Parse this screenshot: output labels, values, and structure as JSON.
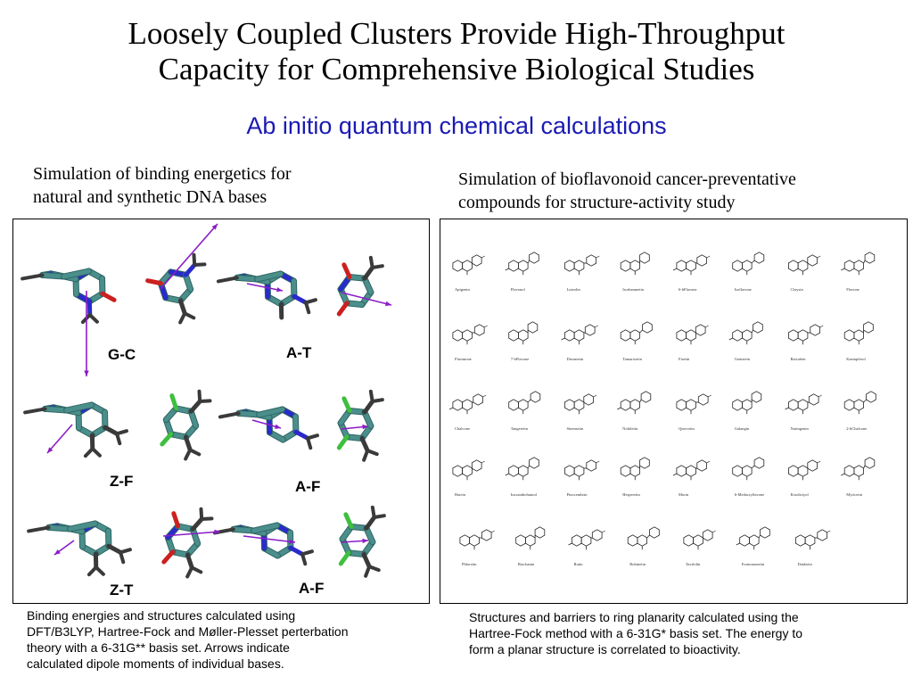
{
  "header": {
    "title_line1": "Loosely Coupled Clusters Provide High-Throughput",
    "title_line2": "Capacity for Comprehensive Biological Studies",
    "subtitle": "Ab initio quantum chemical calculations"
  },
  "left": {
    "heading_line1": "Simulation of binding energetics for",
    "heading_line2": "natural and synthetic DNA bases",
    "pair_labels": [
      "G-C",
      "A-T",
      "Z-F",
      "A-F",
      "Z-T",
      "A-F"
    ],
    "caption_lines": [
      "Binding energies and structures calculated using",
      "DFT/B3LYP, Hartree-Fock and Møller-Plesset perterbation",
      "theory with a 6-31G** basis set.  Arrows indicate",
      "calculated dipole moments of individual bases."
    ]
  },
  "right": {
    "heading_line1": "Simulation of bioflavonoid cancer-preventative",
    "heading_line2": "compounds for structure-activity study",
    "caption_lines": [
      "Structures and barriers to ring planarity calculated using the",
      "Hartree-Fock method with a 6-31G* basis set.  The energy to",
      "form a planar structure is correlated to bioactivity."
    ],
    "compound_names": [
      [
        "Apigenin",
        "Flavonol",
        "Luteolin",
        "Isorhamnetin",
        "6-hFlavone",
        "Isoflavone",
        "Chrysin",
        "Flavone"
      ],
      [
        "Flavanone",
        "7-hFlavone",
        "Diosmetin",
        "Tamarixetin",
        "Fisetin",
        "Genistein",
        "Baicalein",
        "Kaempferol"
      ],
      [
        "Chalcone",
        "Tangeretin",
        "Sinensetin",
        "Nobiletin",
        "Quercetin",
        "Galangin",
        "Naringenin",
        "2-hChalcone"
      ],
      [
        "Butein",
        "Isoxanthohumol",
        "Pinocembrin",
        "Hesperetin",
        "Morin",
        "6-Methoxyflavone",
        "Eriodictyol",
        "Myricetin"
      ],
      [
        "Phloretin",
        "Biochanin",
        "Rutin",
        "Robinetin",
        "Taxifolin",
        "Formononetin",
        "Daidzein"
      ]
    ]
  },
  "colors": {
    "subtitle": "#1a1ab4",
    "carbon": "#4b8f8c",
    "nitrogen": "#2a2acc",
    "oxygen": "#cc2020",
    "hydrogen": "#3a3a3a",
    "fluorine": "#3fbf3f",
    "dipole_arrow": "#8a1cc8"
  }
}
